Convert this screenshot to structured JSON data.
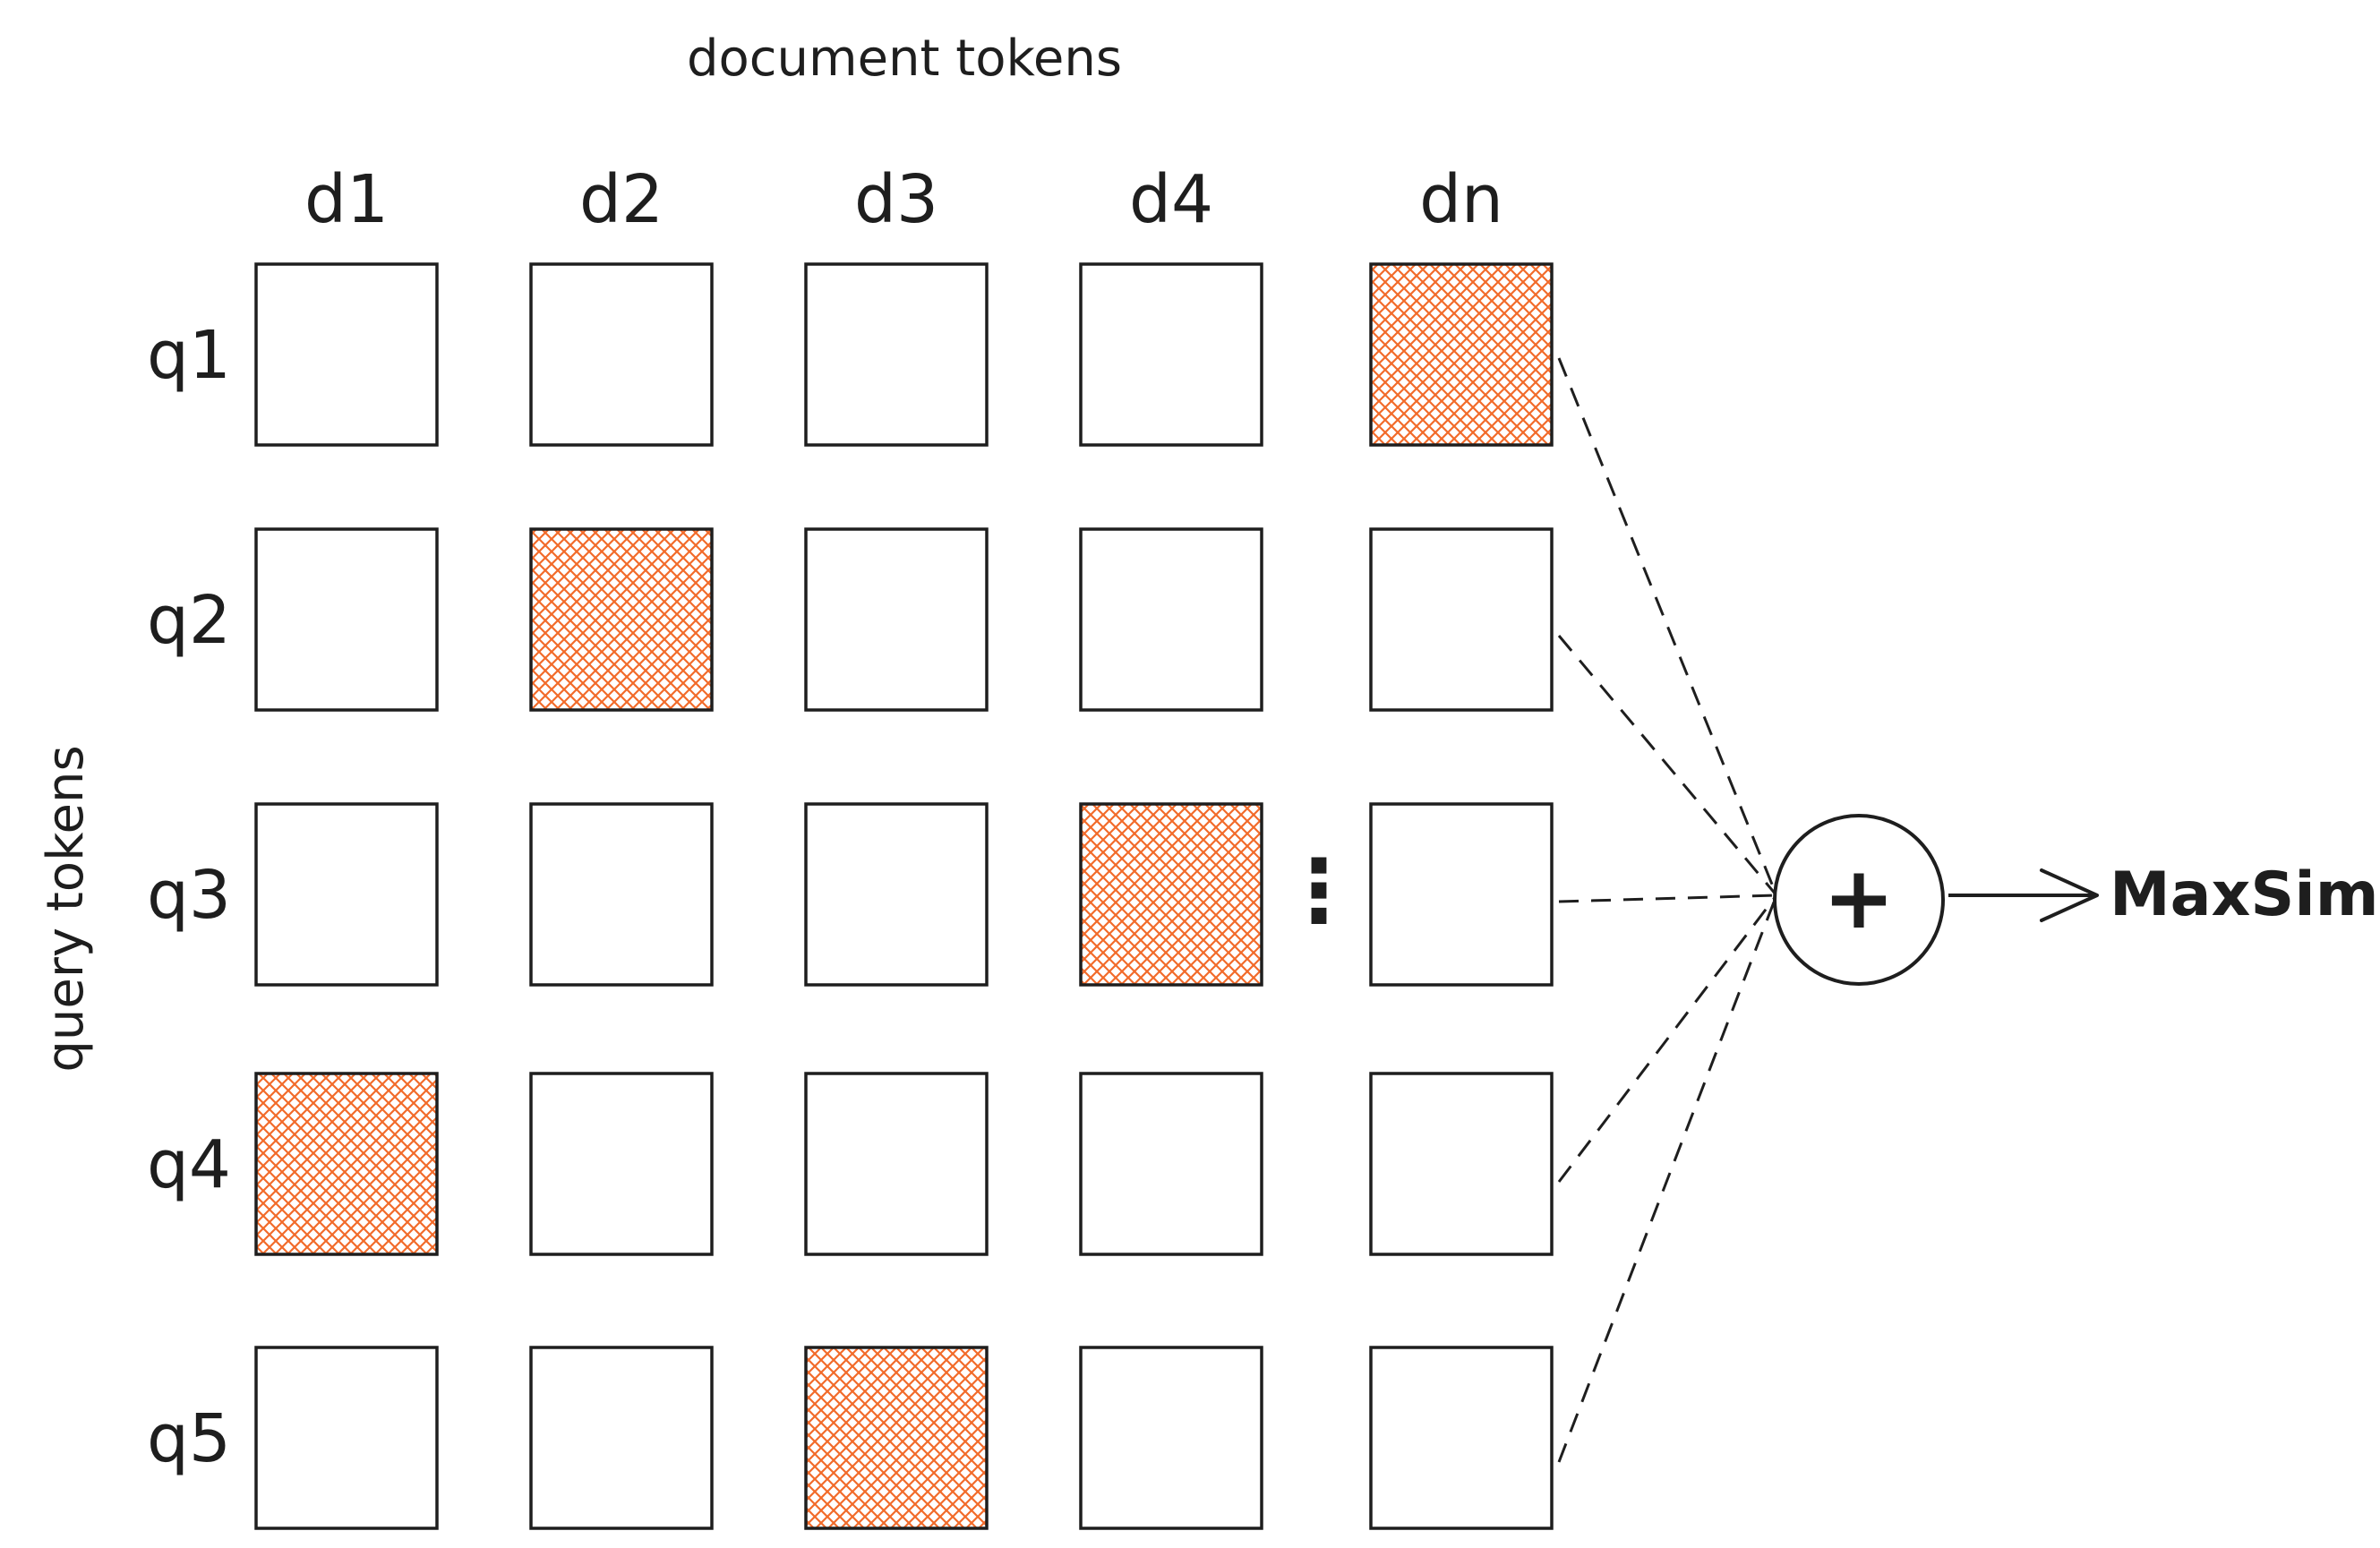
{
  "axes": {
    "top": "document tokens",
    "left": "query tokens"
  },
  "columns": [
    "d1",
    "d2",
    "d3",
    "d4",
    "dn"
  ],
  "rows": [
    "q1",
    "q2",
    "q3",
    "q4",
    "q5"
  ],
  "highlighted": [
    {
      "row": "q1",
      "col": "dn"
    },
    {
      "row": "q2",
      "col": "d2"
    },
    {
      "row": "q3",
      "col": "d4"
    },
    {
      "row": "q4",
      "col": "d1"
    },
    {
      "row": "q5",
      "col": "d3"
    }
  ],
  "ellipsis": "⋮",
  "sum_symbol": "+",
  "output": "MaxSim",
  "colors": {
    "highlight": "#f26b2a",
    "stroke": "#1e1e1e",
    "background": "#ffffff"
  },
  "icons": {
    "sum": "plus-circle-icon",
    "arrow": "arrow-right-icon"
  }
}
